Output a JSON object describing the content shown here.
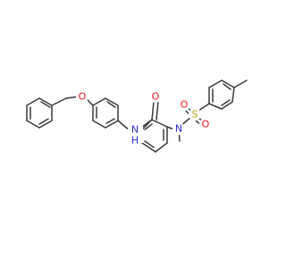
{
  "colors": {
    "bond": "#3a3a3a",
    "carbon": "#3a3a3a",
    "nitrogen": "#2b2bd6",
    "oxygen": "#e8141e",
    "sulfur": "#b5a20c"
  },
  "atoms": {
    "O_ether": {
      "label": "O",
      "element": "oxygen"
    },
    "N_amide": {
      "label": "N",
      "element": "nitrogen",
      "suffix": "H"
    },
    "O_carbonyl": {
      "label": "O",
      "element": "oxygen"
    },
    "N_sulfonamide": {
      "label": "N",
      "element": "nitrogen"
    },
    "S_sulfonyl": {
      "label": "S",
      "element": "sulfur"
    },
    "O_sulfonyl_a": {
      "label": "O",
      "element": "oxygen"
    },
    "O_sulfonyl_b": {
      "label": "O",
      "element": "oxygen"
    }
  }
}
